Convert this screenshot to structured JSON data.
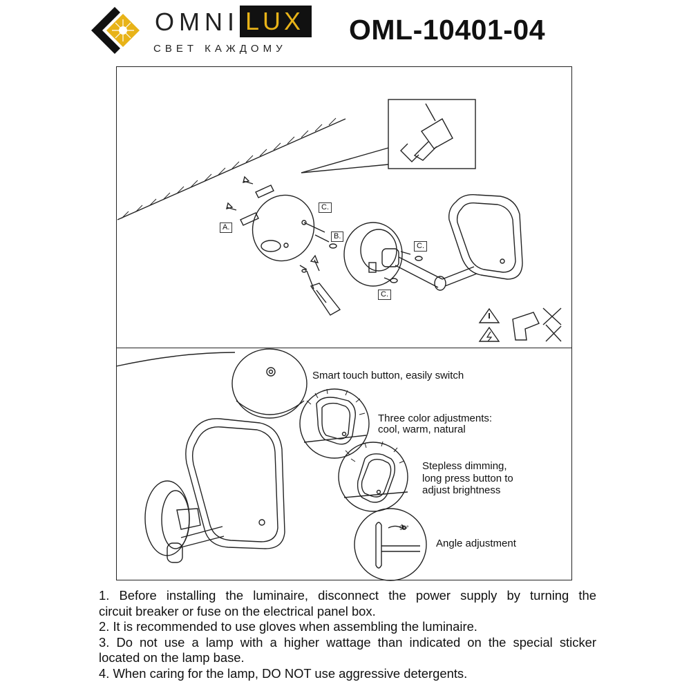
{
  "header": {
    "brand_left": "OMNI",
    "brand_right": "LUX",
    "tagline": "СВЕТ КАЖДОМУ",
    "model": "OML-10401-04",
    "brand_accent_color": "#e8b318"
  },
  "assembly": {
    "labels": {
      "a": "A.",
      "b": "B.",
      "c_top": "C.",
      "c_right": "C.",
      "c_bottom": "C."
    }
  },
  "features": {
    "touch": "Smart touch button, easily switch",
    "color_line1": "Three color adjustments:",
    "color_line2": "cool, warm, natural",
    "dim_line1": "Stepless dimming,",
    "dim_line2": "long press button to",
    "dim_line3": "adjust brightness",
    "angle": "Angle adjustment",
    "angle_degree": "90°"
  },
  "notes": {
    "n1a": "1. Before installing the luminaire, disconnect the power supply by turning the",
    "n1b": "circuit breaker or fuse on the electrical panel box.",
    "n2": "2. It is recommended to use gloves when assembling the luminaire.",
    "n3a": "3. Do not use a lamp with a higher wattage than indicated on the special sticker",
    "n3b": "located on the lamp base.",
    "n4": "4. When caring for the lamp, DO NOT use aggressive detergents."
  }
}
